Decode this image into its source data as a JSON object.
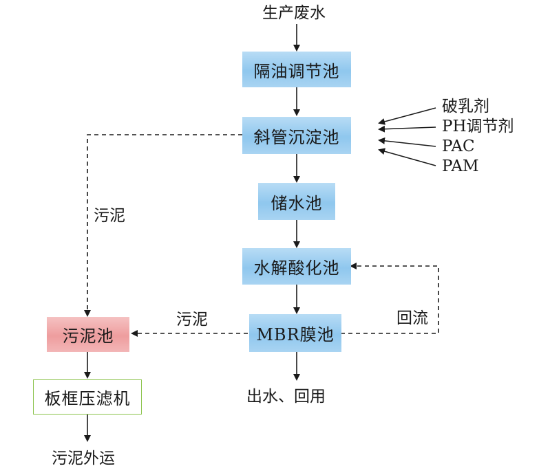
{
  "diagram": {
    "input": "生产废水",
    "nodes": {
      "grease_trap": "隔油调节池",
      "sedimentation": "斜管沉淀池",
      "storage": "储水池",
      "hydrolysis": "水解酸化池",
      "mbr": "MBR膜池",
      "sludge_tank": "污泥池",
      "filter_press": "板框压滤机"
    },
    "outputs": {
      "effluent": "出水、回用",
      "sludge_out": "污泥外运"
    },
    "chemicals": [
      "破乳剂",
      "PH调节剂",
      "PAC",
      "PAM"
    ],
    "edge_labels": {
      "sludge_left": "污泥",
      "sludge_mbr": "污泥",
      "reflux": "回流"
    },
    "colors": {
      "process_box": "#9fd0f1",
      "sludge_box": "#f0a8a9",
      "filter_border": "#8ac24a",
      "line": "#1a1a1a"
    }
  }
}
